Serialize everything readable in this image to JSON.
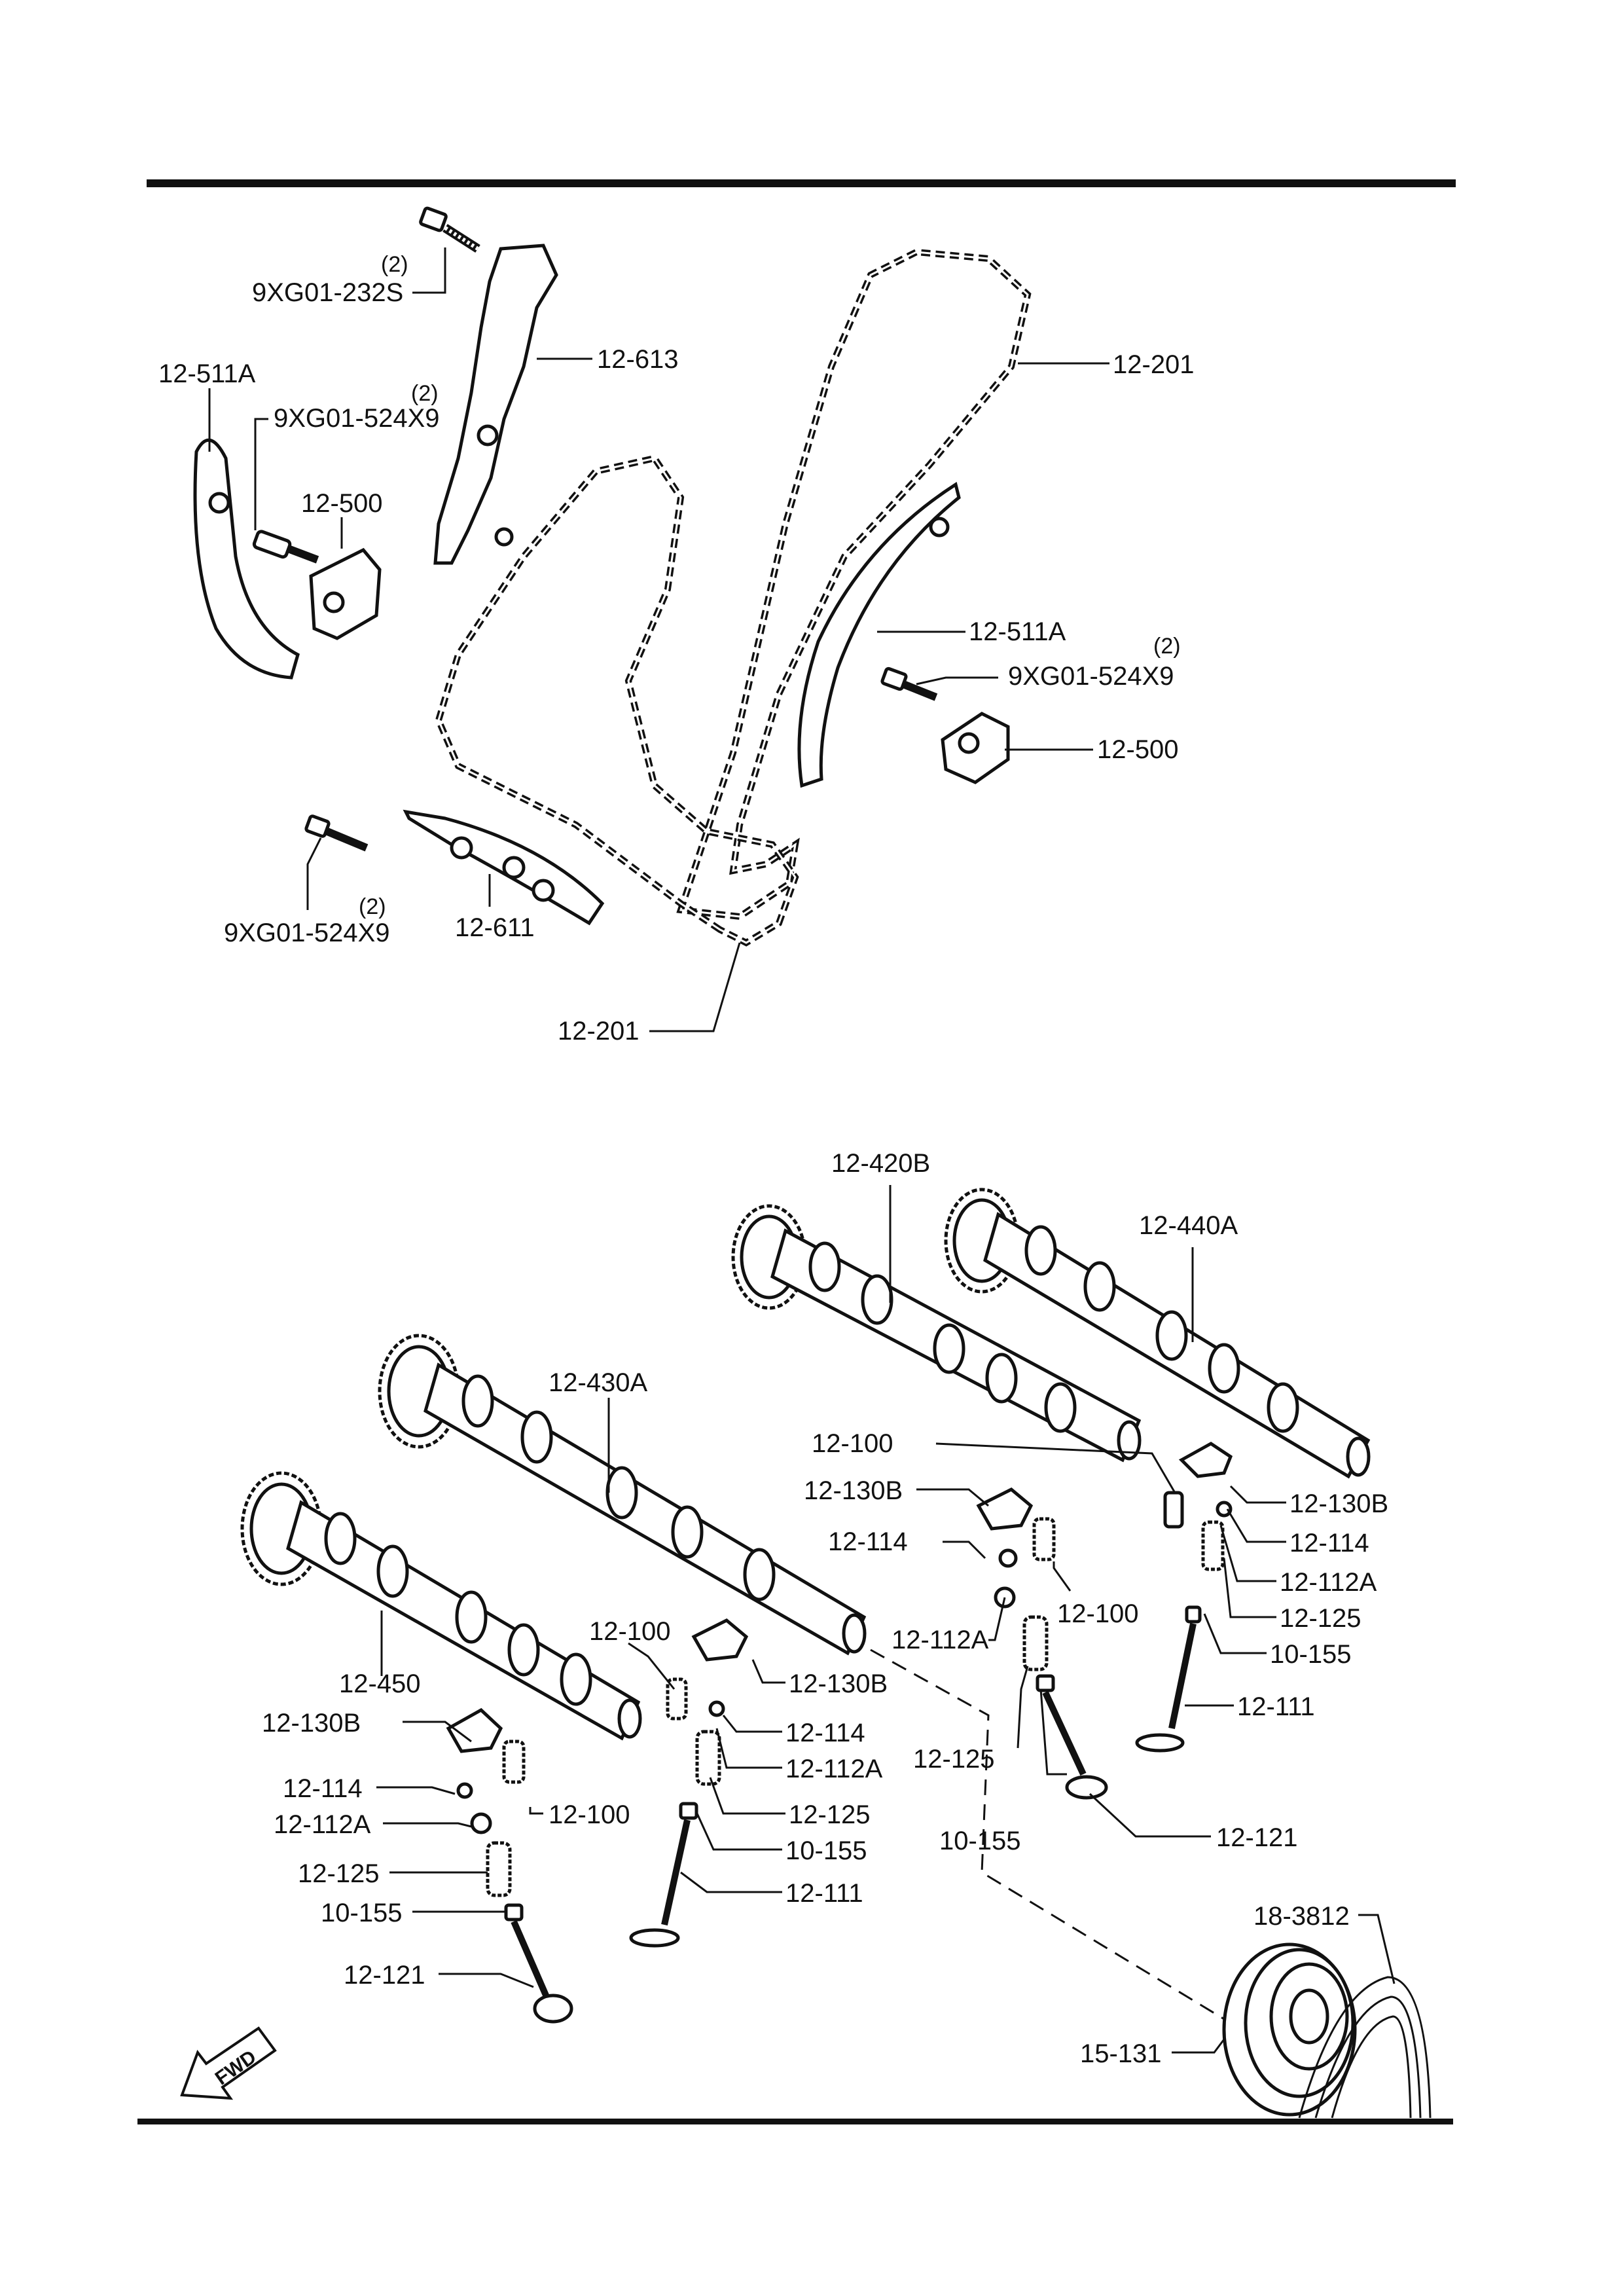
{
  "labels": {
    "bolt_top": "9XG01-232S",
    "bolt_top_qty": "(2)",
    "guide_upper": "12-613",
    "guide_left": "12-511A",
    "bolt_left": "9XG01-524X9",
    "bolt_left_qty": "(2)",
    "tensioner_left": "12-500",
    "chain_upper": "12-201",
    "guide_right": "12-511A",
    "bolt_right": "9XG01-524X9",
    "bolt_right_qty": "(2)",
    "tensioner_right": "12-500",
    "bolt_bottom": "9XG01-524X9",
    "bolt_bottom_qty": "(2)",
    "guide_bottom": "12-611",
    "chain_lower": "12-201",
    "cam_420b": "12-420B",
    "cam_440a": "12-440A",
    "cam_430a": "12-430A",
    "cam_450": "12-450",
    "adj_100_a": "12-100",
    "rocker_130b_a": "12-130B",
    "keeper_114_a": "12-114",
    "adj_100_b": "12-100",
    "retainer_112a_a": "12-112A",
    "rocker_130b_r": "12-130B",
    "keeper_114_r": "12-114",
    "retainer_112a_r": "12-112A",
    "spring_125_r": "12-125",
    "seal_155_r": "10-155",
    "valve_111_r": "12-111",
    "adj_100_c": "12-100",
    "rocker_130b_c": "12-130B",
    "keeper_114_c": "12-114",
    "retainer_112a_c": "12-112A",
    "spring_125_c": "12-125",
    "seal_155_c": "10-155",
    "valve_111_c": "12-111",
    "spring_125_m": "12-125",
    "seal_155_m": "10-155",
    "valve_121_m": "12-121",
    "rocker_130b_l": "12-130B",
    "keeper_114_l": "12-114",
    "adj_100_l": "12-100",
    "retainer_112a_l": "12-112A",
    "spring_125_l": "12-125",
    "seal_155_l": "10-155",
    "valve_121_l": "12-121",
    "belt": "18-3812",
    "pulley": "15-131",
    "fwd": "FWD"
  }
}
